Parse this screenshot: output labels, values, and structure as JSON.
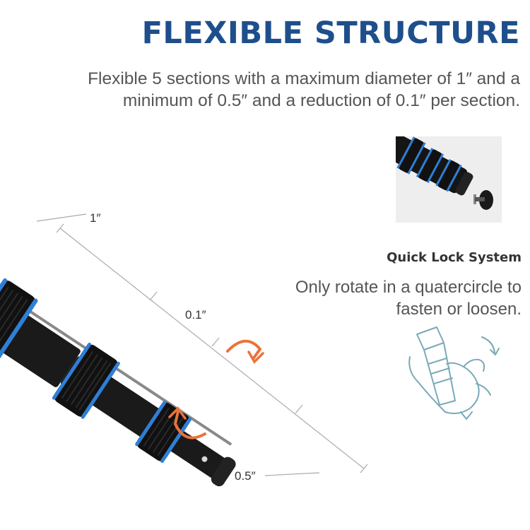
{
  "header": {
    "title": "FLEXIBLE STRUCTURE",
    "description": "Flexible 5 sections with a maximum diameter of 1″ and a minimum of 0.5″ and a reduction of 0.1″ per section."
  },
  "quick_lock": {
    "title": "Quick Lock System",
    "description": "Only rotate in a quatercircle to fasten or loosen."
  },
  "dimensions": {
    "max_diameter": "1″",
    "reduction": "0.1″",
    "min_diameter": "0.5″"
  },
  "product": {
    "sections": 5
  },
  "colors": {
    "title_blue": "#1e4f8c",
    "accent_blue": "#2f7fd6",
    "arrow_orange": "#e8743b",
    "pole_black": "#161616"
  },
  "icons": [
    "rotate-arrow-icon",
    "hand-twist-icon"
  ]
}
